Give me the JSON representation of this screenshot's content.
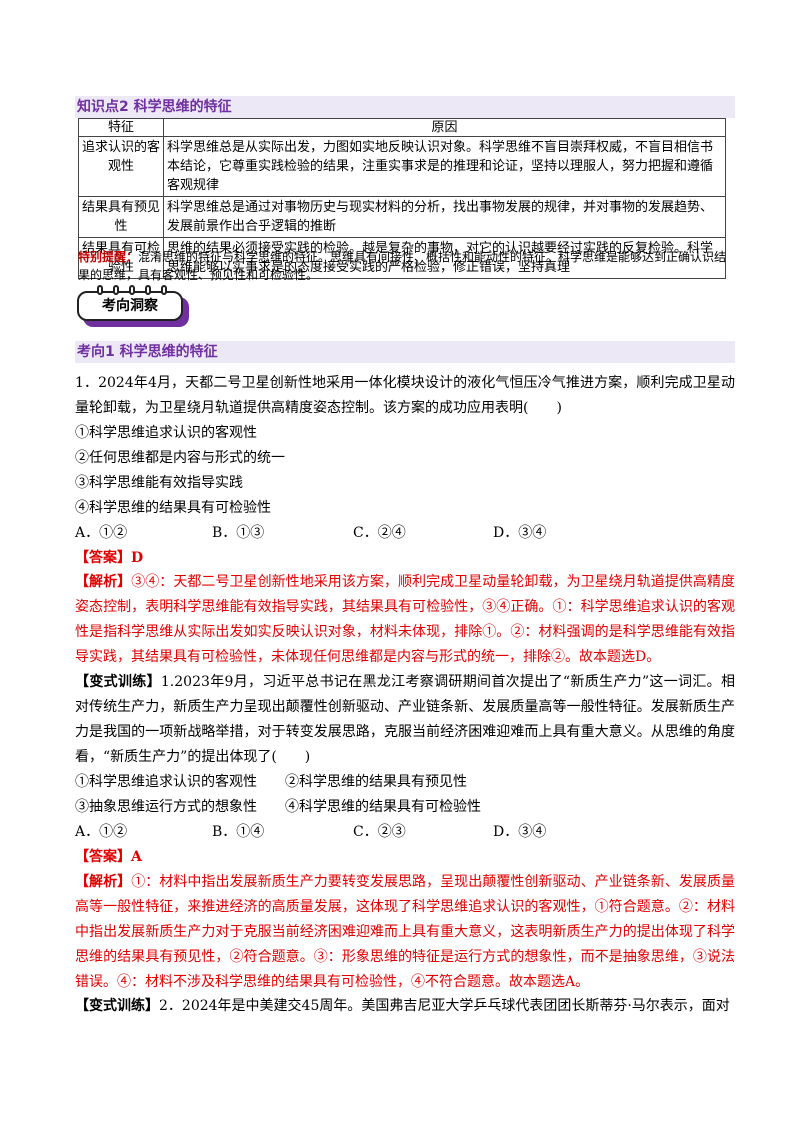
{
  "knowledge_point": {
    "title": "知识点2  科学思维的特征"
  },
  "table": {
    "headers": [
      "特征",
      "原因"
    ],
    "rows": [
      {
        "feature": "追求认识的客观性",
        "reason": "科学思维总是从实际出发，力图如实地反映认识对象。科学思维不盲目崇拜权威，不盲目相信书本结论，它尊重实践检验的结果，注重实事求是的推理和论证，坚持以理服人，努力把握和遵循客观规律"
      },
      {
        "feature": "结果具有预见性",
        "reason": "科学思维总是通过对事物历史与现实材料的分析，找出事物发展的规律，并对事物的发展趋势、发展前景作出合乎逻辑的推断"
      },
      {
        "feature": "结果具有可检验性",
        "reason": "思维的结果必须接受实践的检验。越是复杂的事物，对它的认识越要经过实践的反复检验。科学思维能够以实事求是的态度接受实践的严格检验，修正错误，坚持真理"
      }
    ]
  },
  "note": {
    "label": "特别提醒：",
    "text": "混淆思维的特征与科学思维的特征。思维具有间接性、概括性和能动性的特征。科学思维是能够达到正确认识结果的思维，具有客观性、预见性和可检验性。"
  },
  "badge": {
    "label": "考向洞察"
  },
  "section": {
    "title": "考向1  科学思维的特征"
  },
  "q1": {
    "stem": "1．2024年4月，天都二号卫星创新性地采用一体化模块设计的液化气恒压冷气推进方案，顺利完成卫星动量轮卸载，为卫星绕月轨道提供高精度姿态控制。该方案的成功应用表明(　　)",
    "options": [
      "①科学思维追求认识的客观性",
      "②任何思维都是内容与形式的统一",
      "③科学思维能有效指导实践",
      "④科学思维的结果具有可检验性"
    ],
    "choices": [
      "A．①②",
      "B．①③",
      "C．②④",
      "D．③④"
    ],
    "answer_label": "【答案】",
    "answer": "D",
    "analysis_label": "【解析】",
    "analysis": "③④：天都二号卫星创新性地采用该方案，顺利完成卫星动量轮卸载，为卫星绕月轨道提供高精度姿态控制，表明科学思维能有效指导实践，其结果具有可检验性，③④正确。①：科学思维追求认识的客观性是指科学思维从实际出发如实反映认识对象，材料未体现，排除①。②：材料强调的是科学思维能有效指导实践，其结果具有可检验性，未体现任何思维都是内容与形式的统一，排除②。故本题选D。"
  },
  "v1": {
    "label": "【变式训练】",
    "stem": "1.2023年9月，习近平总书记在黑龙江考察调研期间首次提出了“新质生产力”这一词汇。相对传统生产力，新质生产力呈现出颠覆性创新驱动、产业链条新、发展质量高等一般性特征。发展新质生产力是我国的一项新战略举措，对于转变发展思路，克服当前经济困难迎难而上具有重大意义。从思维的角度看，“新质生产力”的提出体现了(　　)",
    "options_row1": [
      "①科学思维追求认识的客观性",
      "②科学思维的结果具有预见性"
    ],
    "options_row2": [
      "③抽象思维运行方式的想象性",
      "④科学思维的结果具有可检验性"
    ],
    "choices": [
      "A．①②",
      "B．①④",
      "C．②③",
      "D．③④"
    ],
    "answer_label": "【答案】",
    "answer": "A",
    "analysis_label": "【解析】",
    "analysis": "①：材料中指出发展新质生产力要转变发展思路，呈现出颠覆性创新驱动、产业链条新、发展质量高等一般性特征，来推进经济的高质量发展，这体现了科学思维追求认识的客观性，①符合题意。②：材料中指出发展新质生产力对于克服当前经济困难迎难而上具有重大意义，这表明新质生产力的提出体现了科学思维的结果具有预见性，②符合题意。③：形象思维的特征是运行方式的想象性，而不是抽象思维，③说法错误。④：材料不涉及科学思维的结果具有可检验性，④不符合题意。故本题选A。"
  },
  "v2": {
    "label": "【变式训练】",
    "stem": "2．2024年是中美建交45周年。美国弗吉尼亚大学乒乓球代表团团长斯蒂芬·马尔表示，面对"
  }
}
